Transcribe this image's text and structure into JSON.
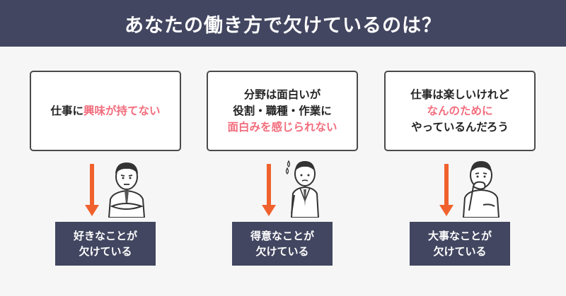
{
  "title": "あなたの働き方で欠けているのは？",
  "colors": {
    "header_bg": "#424660",
    "highlight": "#f26d7d",
    "arrow": "#f0612d",
    "result_bg": "#424660"
  },
  "columns": [
    {
      "card": {
        "normal": "仕事に",
        "highlight": "興味が持てない"
      },
      "person_icon": "person-arms-crossed-icon",
      "result": {
        "line1": "好きなことが",
        "line2": "欠けている"
      }
    },
    {
      "card": {
        "line1": "分野は面白いが",
        "line2": "役割・職種・作業に",
        "highlight": "面白みを感じられない"
      },
      "person_icon": "person-sweating-icon",
      "result": {
        "line1": "得意なことが",
        "line2": "欠けている"
      }
    },
    {
      "card": {
        "line1": "仕事は楽しいけれど",
        "highlight": "なんのために",
        "line3": "やっているんだろう"
      },
      "person_icon": "person-worried-icon",
      "result": {
        "line1": "大事なことが",
        "line2": "欠けている"
      }
    }
  ]
}
